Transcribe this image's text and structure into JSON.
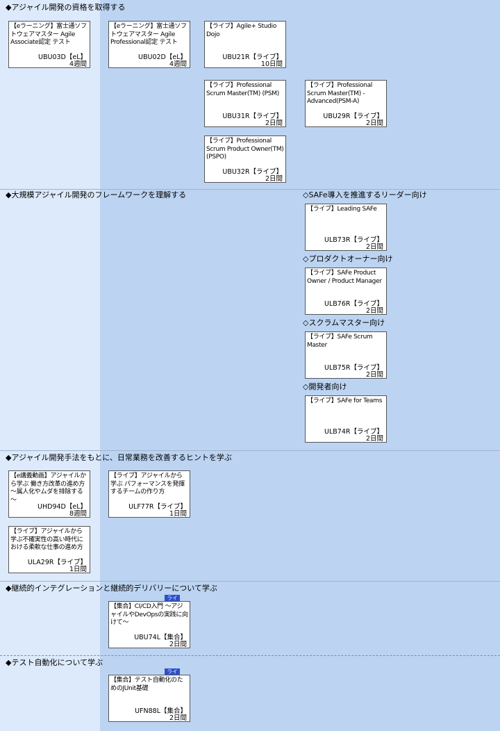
{
  "sections": [
    {
      "title": "◆アジャイル開発の資格を取得する"
    },
    {
      "title": "◆大規模アジャイル開発のフレームワークを理解する"
    },
    {
      "title": "◆アジャイル開発手法をもとに、日常業務を改善するヒントを学ぶ"
    },
    {
      "title": "◆継続的インテグレーションと継続的デリバリーについて学ぶ"
    },
    {
      "title": "◆テスト自動化について学ぶ"
    }
  ],
  "subsections": [
    {
      "title": "◇SAFe導入を推進するリーダー向け"
    },
    {
      "title": "◇プロダクトオーナー向け"
    },
    {
      "title": "◇スクラムマスター向け"
    },
    {
      "title": "◇開発者向け"
    }
  ],
  "badge_label": "ライブ",
  "cards": [
    {
      "title": "【eラーニング】富士通ソフトウェアマスター Agile Associate認定 テスト",
      "code": "UBU03D【eL】",
      "duration": "4週間"
    },
    {
      "title": "【eラーニング】富士通ソフトウェアマスター Agile Professional認定 テスト",
      "code": "UBU02D【eL】",
      "duration": "4週間"
    },
    {
      "title": "【ライブ】Agile+ Studio Dojo",
      "code": "UBU21R【ライブ】",
      "duration": "10日間"
    },
    {
      "title": "【ライブ】Professional Scrum Master(TM) (PSM)",
      "code": "UBU31R【ライブ】",
      "duration": "2日間"
    },
    {
      "title": "【ライブ】Professional Scrum Master(TM) - Advanced(PSM-A)",
      "code": "UBU29R【ライブ】",
      "duration": "2日間"
    },
    {
      "title": "【ライブ】Professional Scrum Product Owner(TM) (PSPO)",
      "code": "UBU32R【ライブ】",
      "duration": "2日間"
    },
    {
      "title": "【ライブ】Leading SAFe",
      "code": "ULB73R【ライブ】",
      "duration": "2日間"
    },
    {
      "title": "【ライブ】SAFe Product Owner / Product Manager",
      "code": "ULB76R【ライブ】",
      "duration": "2日間"
    },
    {
      "title": "【ライブ】SAFe Scrum Master",
      "code": "ULB75R【ライブ】",
      "duration": "2日間"
    },
    {
      "title": "【ライブ】SAFe for Teams",
      "code": "ULB74R【ライブ】",
      "duration": "2日間"
    },
    {
      "title": "【e講義動画】アジャイルから学ぶ 働き方改革の進め方 ～属人化やムダを排除する～",
      "code": "UHD94D【eL】",
      "duration": "8週間"
    },
    {
      "title": "【ライブ】アジャイルから学ぶ パフォーマンスを発揮するチームの作り方",
      "code": "ULF77R【ライブ】",
      "duration": "1日間"
    },
    {
      "title": "【ライブ】アジャイルから学ぶ不確実性の高い時代における柔軟な仕事の進め方",
      "code": "ULA29R【ライブ】",
      "duration": "1日間"
    },
    {
      "title": "【集合】CI/CD入門 ～アジャイルやDevOpsの実践に向けて～",
      "code": "UBU74L【集合】",
      "duration": "2日間"
    },
    {
      "title": "【集合】テスト自動化のためのJUnit基礎",
      "code": "UFN88L【集合】",
      "duration": "2日間"
    }
  ]
}
